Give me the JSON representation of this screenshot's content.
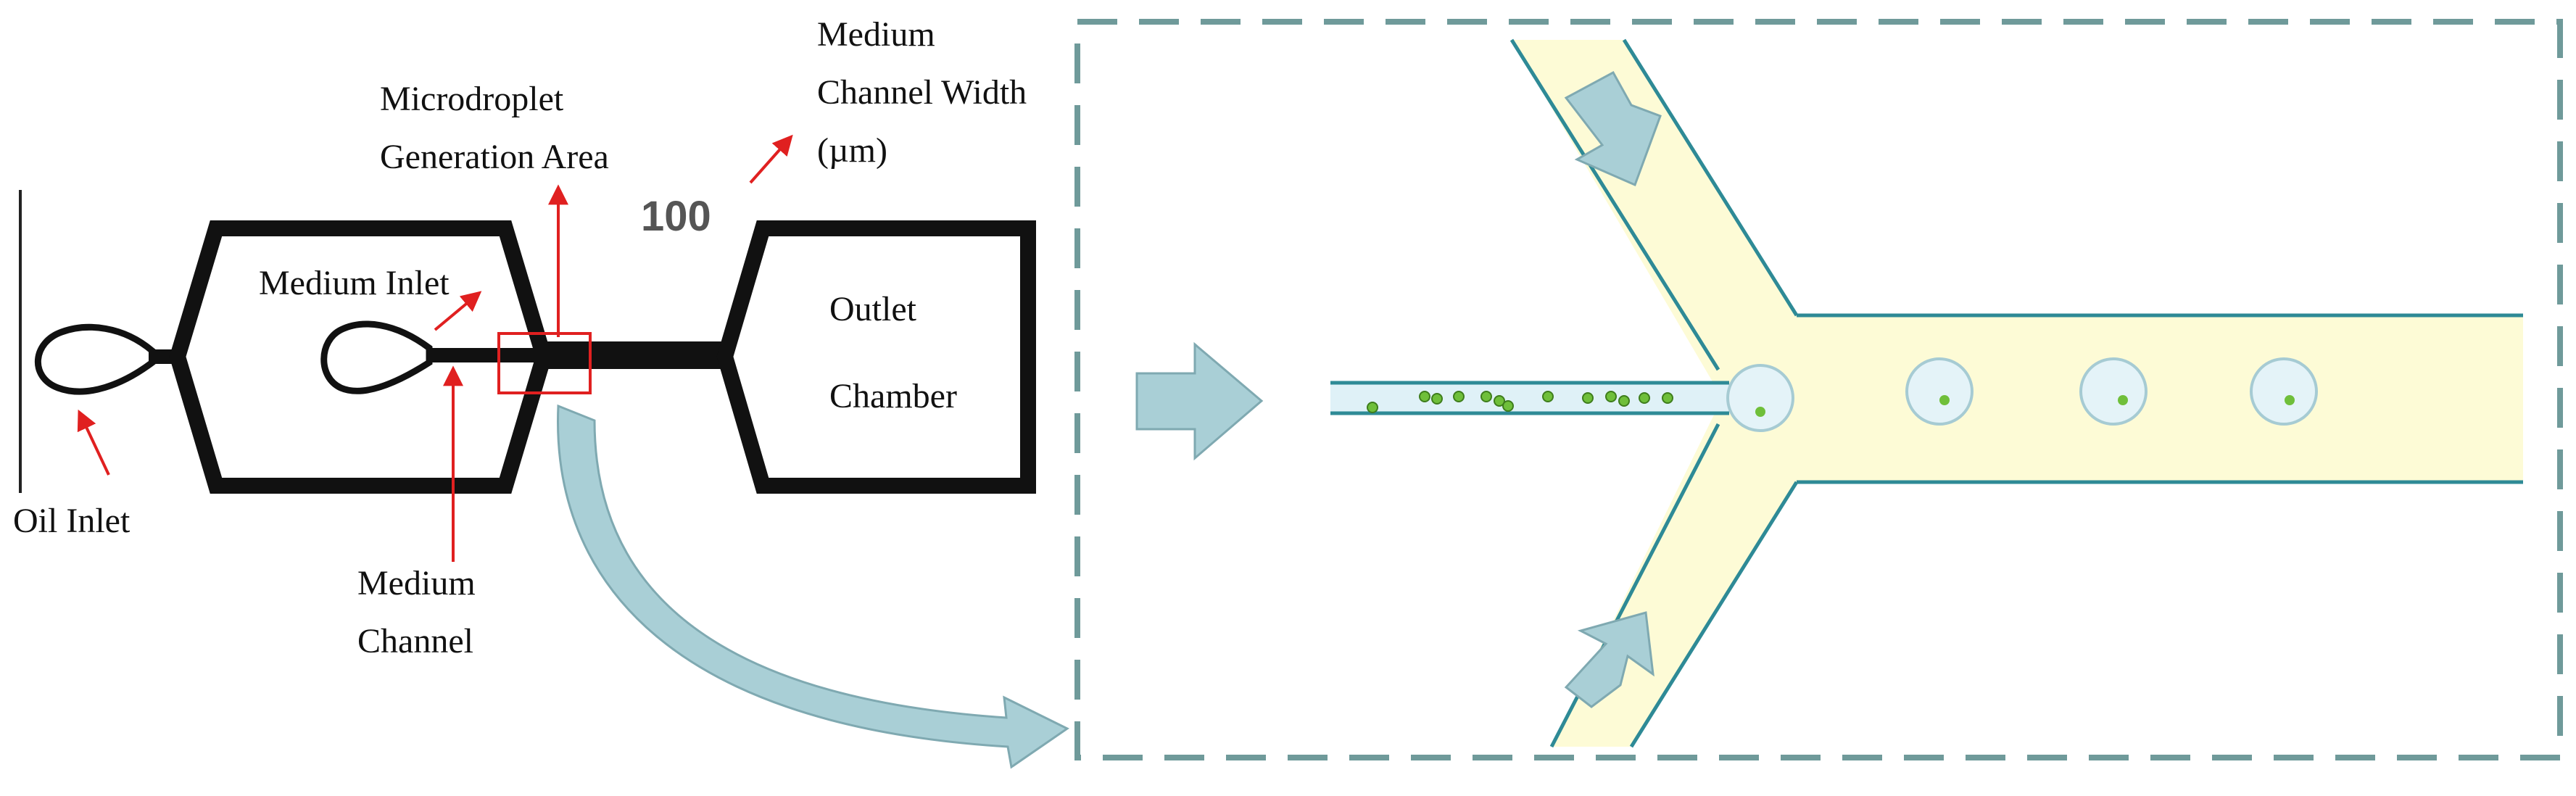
{
  "labels": {
    "medium_channel_width_line1": "Medium",
    "medium_channel_width_line2": "Channel Width",
    "medium_channel_width_line3": "(µm)",
    "width_value": "100",
    "microdroplet_line1": "Microdroplet",
    "microdroplet_line2": "Generation Area",
    "medium_inlet": "Medium Inlet",
    "oil_inlet": "Oil Inlet",
    "medium_channel_line1": "Medium",
    "medium_channel_line2": "Channel",
    "outlet_line1": "Outlet",
    "outlet_line2": "Chamber"
  },
  "colors": {
    "annotation": "#e02020",
    "outline": "#111111",
    "width_value": "#555555",
    "oil_fill": "#fdfbd6",
    "channel_edge": "#2e8a96",
    "medium_fill": "#dff1f7",
    "arrow_fill": "#a9cfd6",
    "arrow_stroke": "#7fa9b1",
    "dashed_border": "#6f9a9a",
    "cell": "#6fbf3a",
    "curved_arrow": "#a9cfd6"
  },
  "icons": {
    "zoom_arrow": "curved-arrow-icon",
    "flow_arrows": "flow-arrow-icon"
  }
}
